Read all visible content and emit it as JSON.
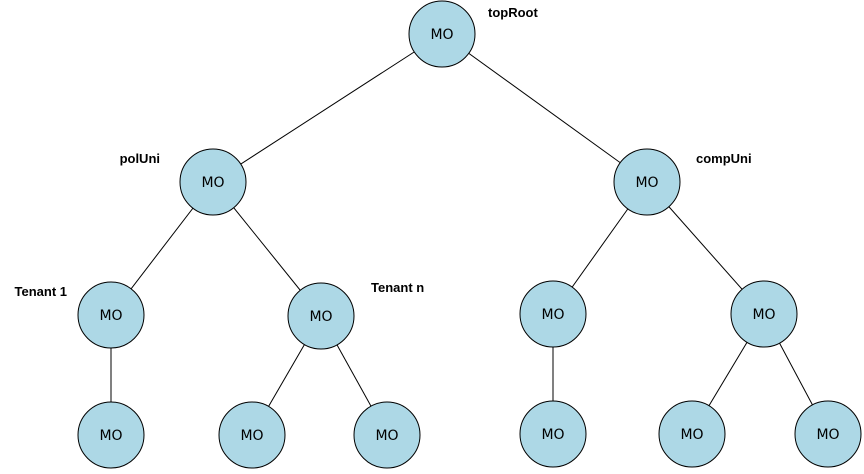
{
  "colors": {
    "node_fill": "#add8e6",
    "node_stroke": "#000000",
    "edge": "#000000",
    "background": "#ffffff"
  },
  "nodes": [
    {
      "id": "n0",
      "text": "MO",
      "label": "topRoot"
    },
    {
      "id": "n1",
      "text": "MO",
      "label": "polUni"
    },
    {
      "id": "n2",
      "text": "MO",
      "label": "compUni"
    },
    {
      "id": "n3",
      "text": "MO",
      "label": "Tenant 1"
    },
    {
      "id": "n4",
      "text": "MO",
      "label": "Tenant n"
    },
    {
      "id": "n5",
      "text": "MO",
      "label": ""
    },
    {
      "id": "n6",
      "text": "MO",
      "label": ""
    },
    {
      "id": "n7",
      "text": "MO",
      "label": ""
    },
    {
      "id": "n8",
      "text": "MO",
      "label": ""
    },
    {
      "id": "n9",
      "text": "MO",
      "label": ""
    },
    {
      "id": "n10",
      "text": "MO",
      "label": ""
    },
    {
      "id": "n11",
      "text": "MO",
      "label": ""
    },
    {
      "id": "n12",
      "text": "MO",
      "label": ""
    },
    {
      "id": "n13",
      "text": "MO",
      "label": ""
    }
  ],
  "edges": [
    {
      "from": "n0",
      "to": "n1"
    },
    {
      "from": "n0",
      "to": "n2"
    },
    {
      "from": "n1",
      "to": "n3"
    },
    {
      "from": "n1",
      "to": "n4"
    },
    {
      "from": "n2",
      "to": "n5"
    },
    {
      "from": "n2",
      "to": "n6"
    },
    {
      "from": "n3",
      "to": "n7"
    },
    {
      "from": "n4",
      "to": "n8"
    },
    {
      "from": "n4",
      "to": "n9"
    },
    {
      "from": "n5",
      "to": "n10"
    },
    {
      "from": "n6",
      "to": "n11"
    },
    {
      "from": "n6",
      "to": "n12"
    }
  ]
}
